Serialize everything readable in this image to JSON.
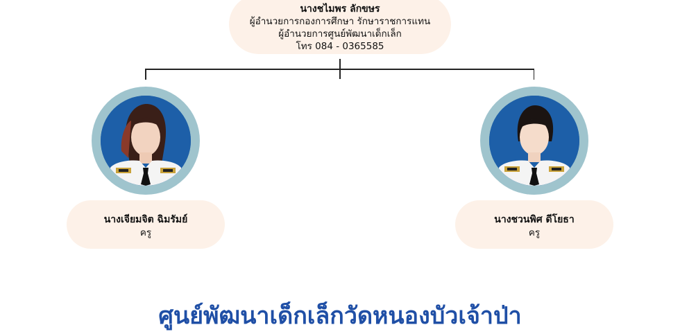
{
  "director": {
    "name": "นางชไมพร ลักขษร",
    "position_line1": "ผู้อำนวยการกองการศึกษา รักษาราชการแทน",
    "position_line2": "ผู้อำนวยการศูนย์พัฒนาเด็กเล็ก",
    "phone": "โทร 084 - 0365585"
  },
  "staff": [
    {
      "name": "นางเจียมจิต ฉิมรัมย์",
      "role": "ครู",
      "photo": "teacher-photo"
    },
    {
      "name": "นางชวนพิศ ดีโยธา",
      "role": "ครู",
      "photo": "teacher-photo"
    }
  ],
  "footer": {
    "title": "ศูนย์พัฒนาเด็กเล็กวัดหนองบัวเจ้าป่า"
  },
  "colors": {
    "card_background": "#fdf1e8",
    "avatar_ring": "#9fc4cd",
    "photo_background": "#1d5fa8",
    "title_blue": "#1f4fa6",
    "connector": "#222222"
  }
}
